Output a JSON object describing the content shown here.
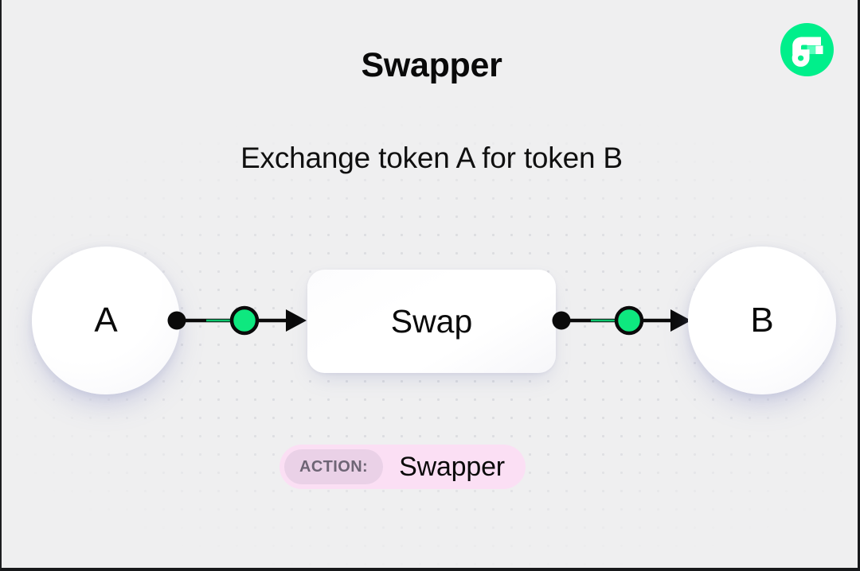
{
  "page": {
    "title": "Swapper",
    "subtitle": "Exchange token A for token B",
    "background_color": "#efeff0"
  },
  "brand": {
    "logo_name": "flow-logo",
    "logo_bg_color": "#00ef8b",
    "logo_mark_color": "#ffffff"
  },
  "diagram": {
    "nodes": [
      {
        "id": "token-a",
        "label": "A",
        "shape": "circle"
      },
      {
        "id": "swap",
        "label": "Swap",
        "shape": "rounded-rect"
      },
      {
        "id": "token-b",
        "label": "B",
        "shape": "circle"
      }
    ],
    "edges": [
      {
        "id": "edge-a-swap",
        "from": "token-a",
        "to": "swap",
        "marker": "arrow",
        "accent_color": "#00e072"
      },
      {
        "id": "edge-swap-b",
        "from": "swap",
        "to": "token-b",
        "marker": "arrow",
        "accent_color": "#00e072"
      }
    ],
    "edge_colors": {
      "line": "#0a0a0a",
      "dot": "#0a0a0a",
      "node_fill": "#0ee87f",
      "node_stroke": "#0a0a0a"
    }
  },
  "action_badge": {
    "chip_label": "ACTION:",
    "value": "Swapper",
    "badge_color": "#fbdff4",
    "chip_color": "#ead1e7",
    "chip_text_color": "#6e6575"
  }
}
